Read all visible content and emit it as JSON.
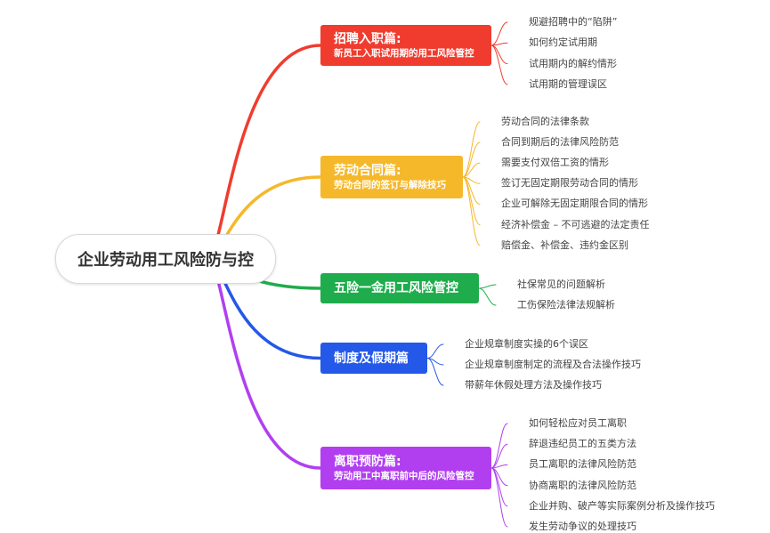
{
  "root": {
    "label": "企业劳动用工风险防与控"
  },
  "branches": [
    {
      "title": "招聘入职篇:",
      "subtitle": "新员工入职试用期的用工风险管控",
      "color": "#f03c2e",
      "leaves": [
        "规避招聘中的“陷阱”",
        "如何约定试用期",
        "试用期内的解约情形",
        "试用期的管理误区"
      ]
    },
    {
      "title": "劳动合同篇:",
      "subtitle": "劳动合同的签订与解除技巧",
      "color": "#f5b82a",
      "leaves": [
        "劳动合同的法律条款",
        "合同到期后的法律风险防范",
        "需要支付双倍工资的情形",
        "签订无固定期限劳动合同的情形",
        "企业可解除无固定期限合同的情形",
        "经济补偿金 – 不可逃避的法定责任",
        "赔偿金、补偿金、违约金区别"
      ]
    },
    {
      "title": "五险一金用工风险管控",
      "subtitle": "",
      "color": "#1fac4c",
      "leaves": [
        "社保常见的问题解析",
        "工伤保险法律法规解析"
      ]
    },
    {
      "title": "制度及假期篇",
      "subtitle": "",
      "color": "#2458e8",
      "leaves": [
        "企业规章制度实操的6个误区",
        "企业规章制度制定的流程及合法操作技巧",
        "带薪年休假处理方法及操作技巧"
      ]
    },
    {
      "title": "离职预防篇:",
      "subtitle": "劳动用工中离职前中后的风险管控",
      "color": "#b13ff0",
      "leaves": [
        "如何轻松应对员工离职",
        "辞退违纪员工的五类方法",
        "员工离职的法律风险防范",
        "协商离职的法律风险防范",
        "企业并购、破产等实际案例分析及操作技巧",
        "发生劳动争议的处理技巧"
      ]
    }
  ]
}
